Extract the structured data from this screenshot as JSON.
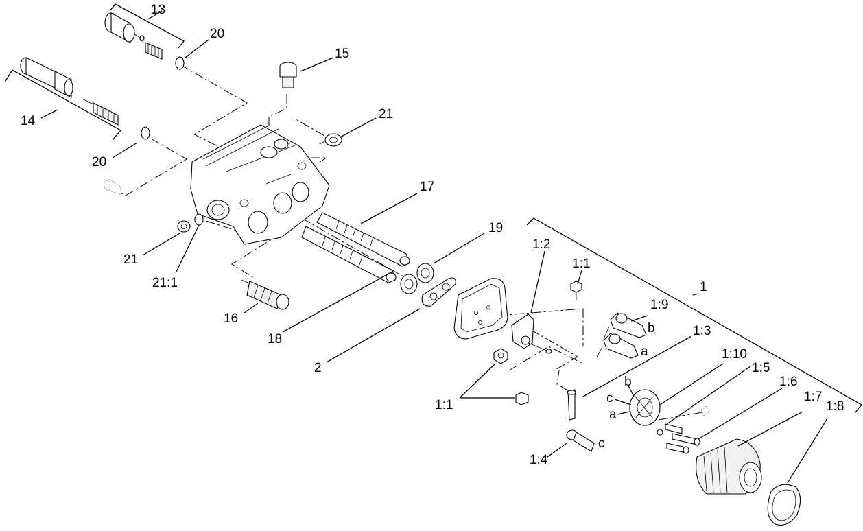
{
  "callouts": {
    "c13": "13",
    "c20a": "20",
    "c14": "14",
    "c20b": "20",
    "c15": "15",
    "c21a": "21",
    "c17": "17",
    "c19": "19",
    "c21b": "21",
    "c21_1": "21:1",
    "c16": "16",
    "c18": "18",
    "c2": "2",
    "c1_2": "1:2",
    "c1_1a": "1:1",
    "c1": "1",
    "c1_9": "1:9",
    "c1_3": "1:3",
    "c1_10": "1:10",
    "c1_5": "1:5",
    "c1_6": "1:6",
    "c1_7": "1:7",
    "c1_8": "1:8",
    "c1_1b": "1:1",
    "c1_4": "1:4",
    "ref_b1": "b",
    "ref_a1": "a",
    "ref_b2": "b",
    "ref_c1": "c",
    "ref_a2": "a",
    "ref_c2": "c"
  }
}
